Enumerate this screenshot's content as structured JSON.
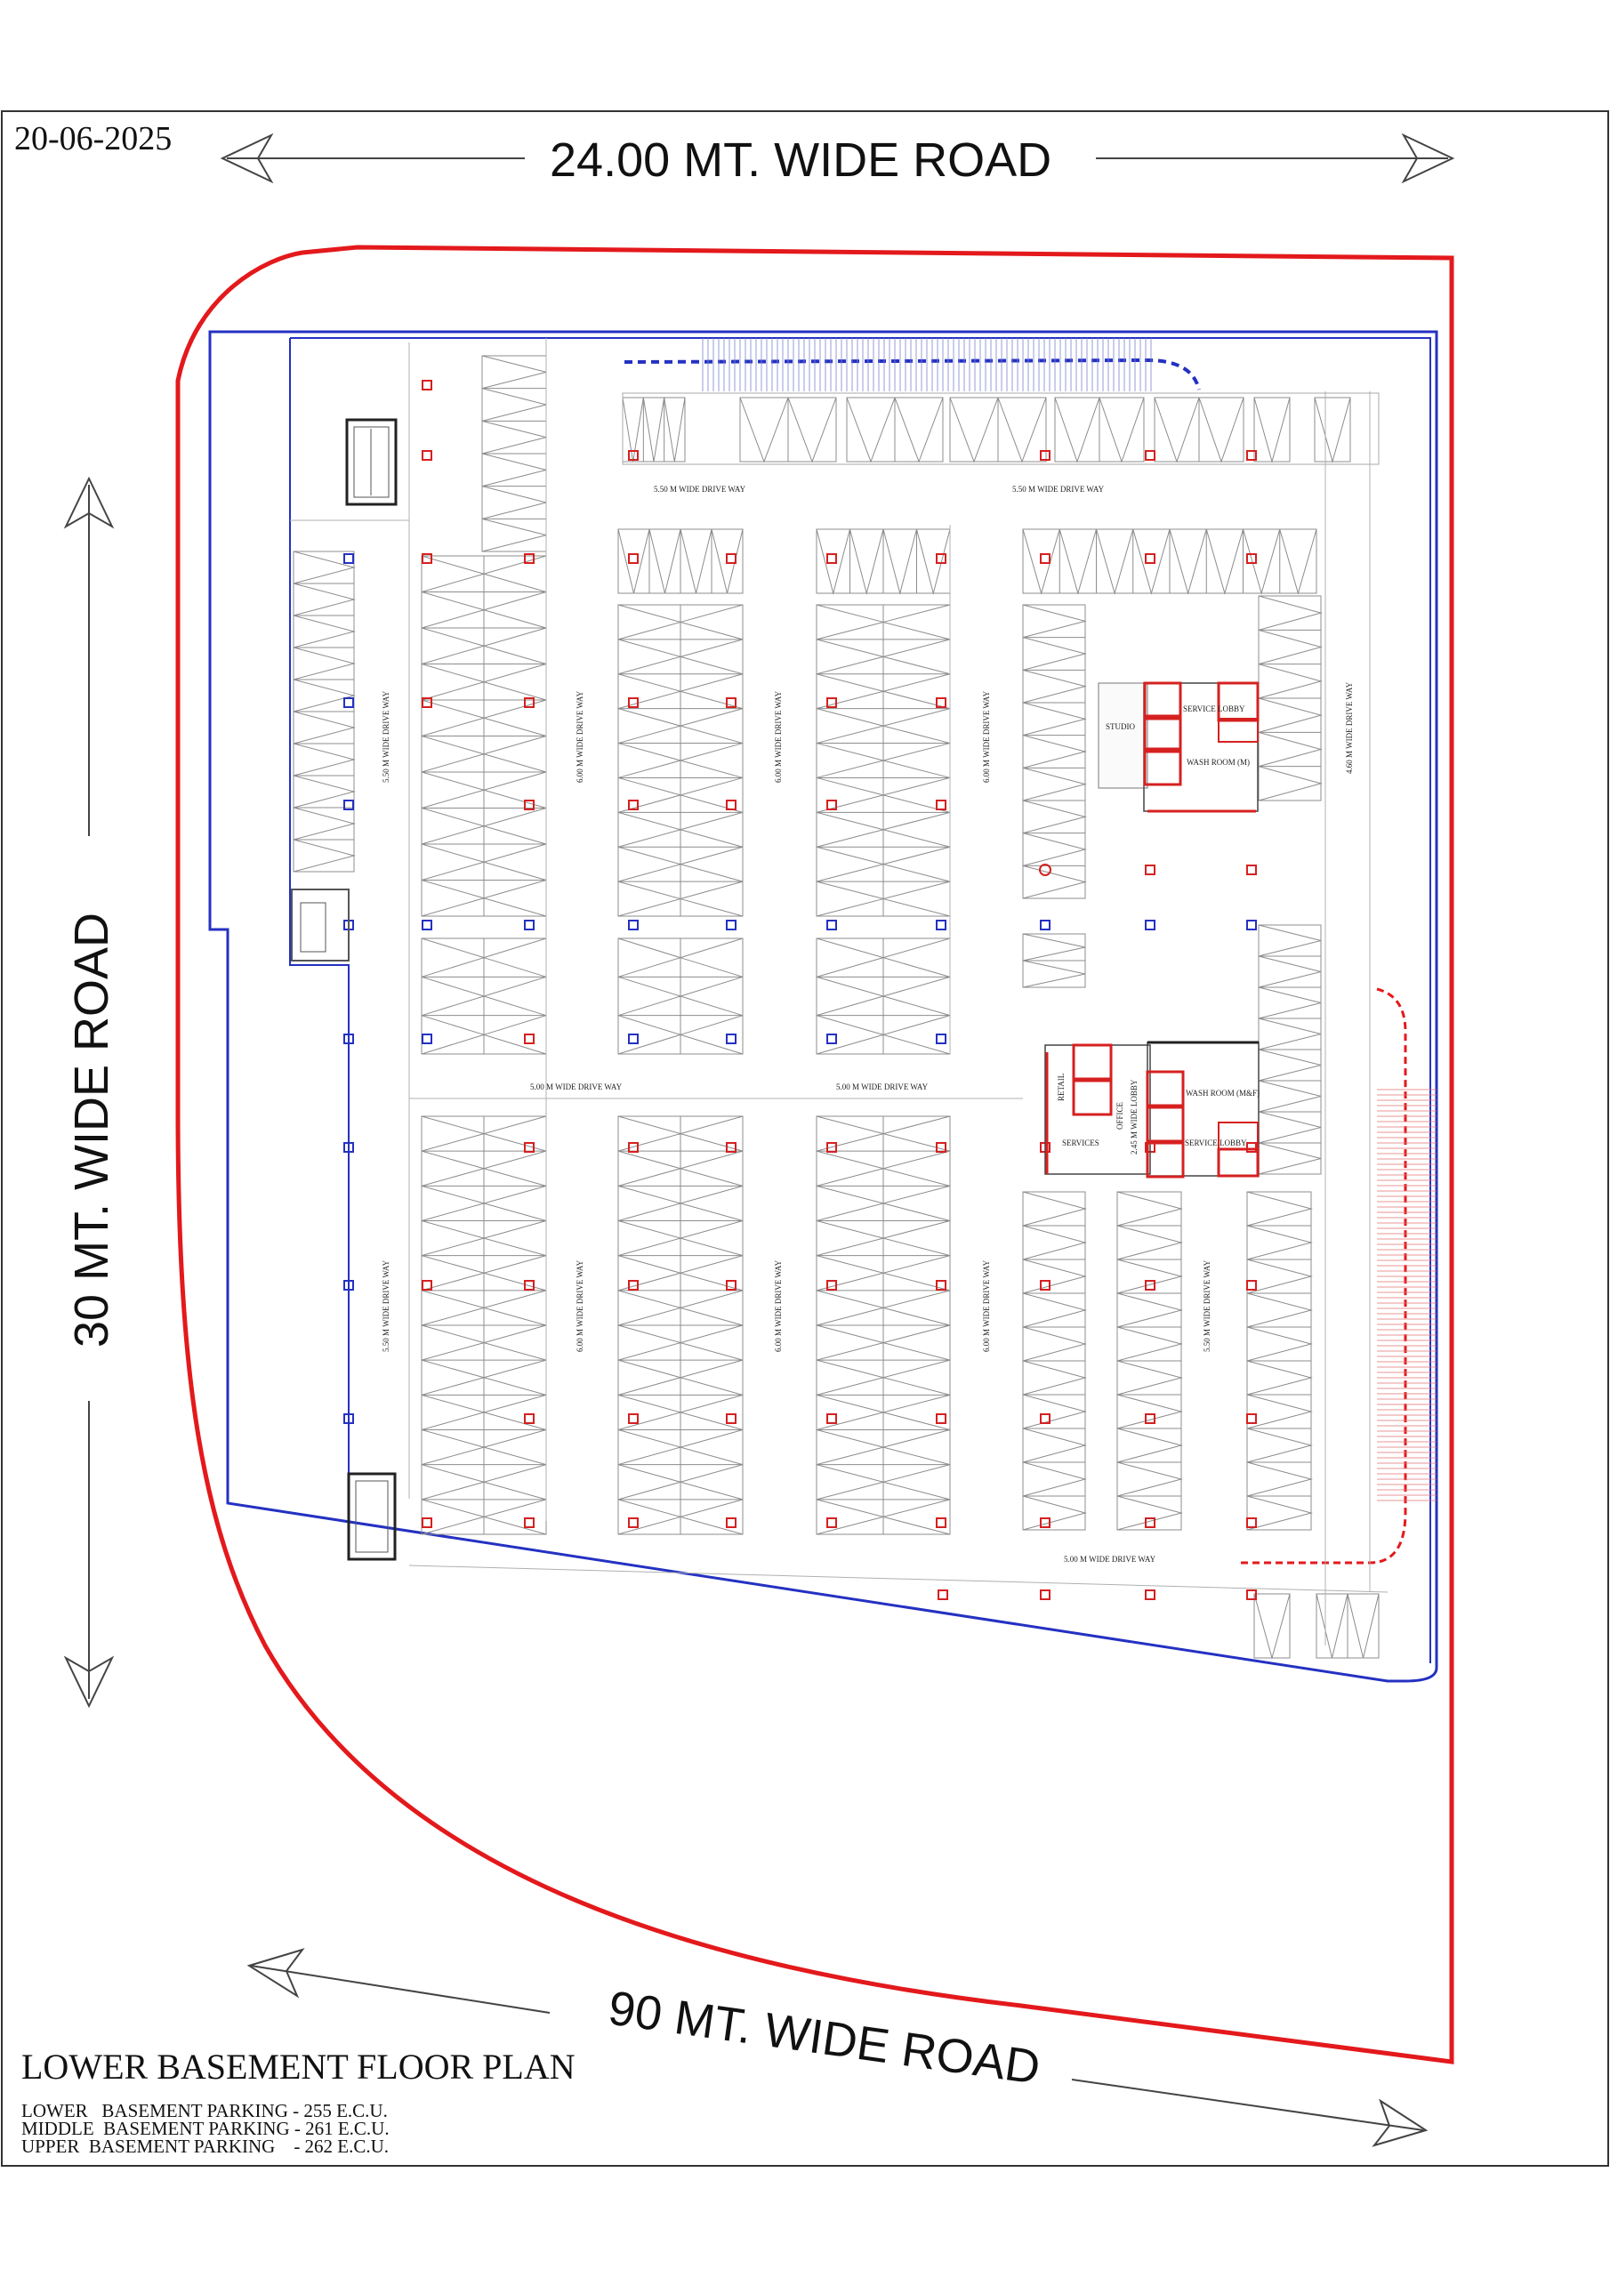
{
  "date": "20-06-2025",
  "roads": {
    "top": "24.00 MT. WIDE ROAD",
    "left": "30 MT. WIDE ROAD",
    "bottom": "90 MT. WIDE ROAD"
  },
  "driveways": {
    "top_left": "5.50 M WIDE DRIVE WAY",
    "top_right": "5.50 M WIDE DRIVE WAY",
    "mid_left": "5.00 M WIDE DRIVE WAY",
    "mid_right": "5.00 M WIDE DRIVE WAY",
    "bottom": "5.00 M WIDE DRIVE WAY",
    "v_left_upper": "5.50 M WIDE DRIVE WAY",
    "v_left_lower": "5.50 M WIDE DRIVE WAY",
    "v_c1_upper": "6.00 M WIDE DRIVE WAY",
    "v_c1_lower": "6.00 M WIDE DRIVE WAY",
    "v_c2_upper": "6.00 M WIDE DRIVE WAY",
    "v_c2_lower": "6.00 M WIDE DRIVE WAY",
    "v_c3_upper": "6.00 M WIDE DRIVE WAY",
    "v_c3_lower": "6.00 M WIDE DRIVE WAY",
    "v_right_lower": "5.50 M WIDE DRIVE WAY",
    "v_far_right": "4.60 M WIDE DRIVE WAY"
  },
  "rooms": {
    "studio": "STUDIO",
    "service_lobby_1": "SERVICE LOBBY",
    "washroom_m": "WASH ROOM (M)",
    "retail": "RETAIL",
    "services": "SERVICES",
    "office": "OFFICE",
    "lobby_245": "2.45 M WIDE LOBBY",
    "washroom_mf": "WASH ROOM (M&F)",
    "service_lobby_2": "SERVICE LOBBY"
  },
  "plan": {
    "title": "LOWER BASEMENT FLOOR PLAN",
    "lines": [
      "LOWER   BASEMENT PARKING - 255 E.C.U.",
      "MIDDLE  BASEMENT PARKING - 261 E.C.U.",
      "UPPER  BASEMENT PARKING    - 262 E.C.U."
    ]
  },
  "colors": {
    "property_line": "#e3191c",
    "basement_line": "#2431c2",
    "column_red": "#d62020",
    "column_blue": "#2431c2",
    "parking_lines": "#8c8c8c"
  }
}
